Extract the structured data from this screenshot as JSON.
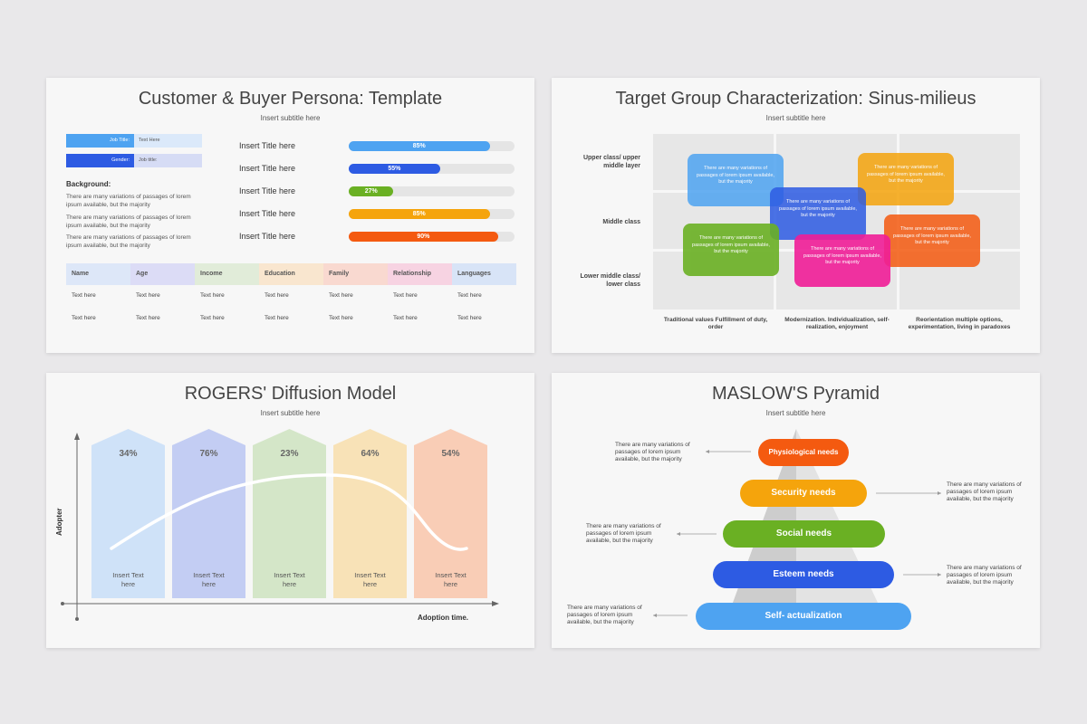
{
  "slide1": {
    "title": "Customer & Buyer Persona: Template",
    "subtitle": "Insert subtitle here",
    "fields": [
      {
        "label": "Job Title:",
        "value": "Text Here"
      },
      {
        "label": "Gender:",
        "value": "Job title:"
      }
    ],
    "background_heading": "Background:",
    "background_paragraphs": [
      "There are many variations of passages of lorem ipsum available, but the majority",
      "There are many variations of passages of lorem ipsum available, but the majority",
      "There are many variations of passages of lorem ipsum available, but the majority"
    ],
    "bars": [
      {
        "title": "Insert Title here",
        "percent": 85,
        "label": "85%",
        "color": "#4ea3f1"
      },
      {
        "title": "Insert Title here",
        "percent": 55,
        "label": "55%",
        "color": "#2d5be3"
      },
      {
        "title": "Insert Title here",
        "percent": 27,
        "label": "27%",
        "color": "#6ab023"
      },
      {
        "title": "Insert Title here",
        "percent": 85,
        "label": "85%",
        "color": "#f5a40c"
      },
      {
        "title": "Insert Title here",
        "percent": 90,
        "label": "90%",
        "color": "#f45a10"
      }
    ],
    "table": {
      "headers": [
        "Name",
        "Age",
        "Income",
        "Education",
        "Family",
        "Relationship",
        "Languages"
      ],
      "header_colors": [
        "#dde7f8",
        "#dcdcf6",
        "#e1ecd9",
        "#f9e6cf",
        "#f9d9d0",
        "#f7d3e2",
        "#d8e4f7"
      ],
      "rows": [
        [
          "Text here",
          "Text here",
          "Text here",
          "Text here",
          "Text here",
          "Text here",
          "Text here"
        ],
        [
          "Text here",
          "Text here",
          "Text here",
          "Text here",
          "Text here",
          "Text here",
          "Text here"
        ]
      ]
    }
  },
  "slide2": {
    "title": "Target Group Characterization: Sinus-milieus",
    "subtitle": "Insert subtitle here",
    "row_labels": [
      "Upper class/ upper middle layer",
      "Middle class",
      "Lower middle class/ lower class"
    ],
    "column_labels": [
      "Traditional values Fulfillment of duty, order",
      "Modernization. Individualization, self-realization, enjoyment",
      "Reorientation multiple options, experimentation, living in paradoxes"
    ],
    "milieus": [
      {
        "text": "There are many variations of passages of lorem ipsum available, but the majority",
        "color": "#4ea3f1"
      },
      {
        "text": "There are many variations of passages of lorem ipsum available, but the majority",
        "color": "#f5a40c"
      },
      {
        "text": "There are many variations of passages of lorem ipsum available, but the majority",
        "color": "#2d5be3"
      },
      {
        "text": "There are many variations of passages of lorem ipsum available, but the majority",
        "color": "#6ab023"
      },
      {
        "text": "There are many variations of passages of lorem ipsum available, but the majority",
        "color": "#f45a10"
      },
      {
        "text": "There are many variations of passages of lorem ipsum available, but the majority",
        "color": "#f01e98"
      }
    ]
  },
  "slide3": {
    "title": "ROGERS' Diffusion Model",
    "subtitle": "Insert subtitle here",
    "y_axis_label": "Adopter",
    "x_axis_label": "Adoption time.",
    "columns": [
      {
        "percent": "34%",
        "text": "Insert Text here",
        "color": "#cfe2f8"
      },
      {
        "percent": "76%",
        "text": "Insert Text here",
        "color": "#c3cdf3"
      },
      {
        "percent": "23%",
        "text": "Insert Text here",
        "color": "#d4e6c8"
      },
      {
        "percent": "64%",
        "text": "Insert Text here",
        "color": "#f8e2b7"
      },
      {
        "percent": "54%",
        "text": "Insert Text here",
        "color": "#f9cdb6"
      }
    ]
  },
  "slide4": {
    "title": "MASLOW'S Pyramid",
    "subtitle": "Insert subtitle here",
    "levels": [
      {
        "label": "Physiological needs",
        "color": "#f45a10",
        "note": "There are many variations of passages of lorem ipsum available, but the majority"
      },
      {
        "label": "Security needs",
        "color": "#f5a40c",
        "note": "There are many variations of passages of lorem ipsum available, but the majority"
      },
      {
        "label": "Social needs",
        "color": "#6ab023",
        "note": "There are many variations of passages of lorem ipsum available, but the majority"
      },
      {
        "label": "Esteem needs",
        "color": "#2d5be3",
        "note": "There are many variations of passages of lorem ipsum available, but the majority"
      },
      {
        "label": "Self- actualization",
        "color": "#4ea3f1",
        "note": "There are many variations of passages of lorem ipsum available, but the majority"
      }
    ]
  }
}
